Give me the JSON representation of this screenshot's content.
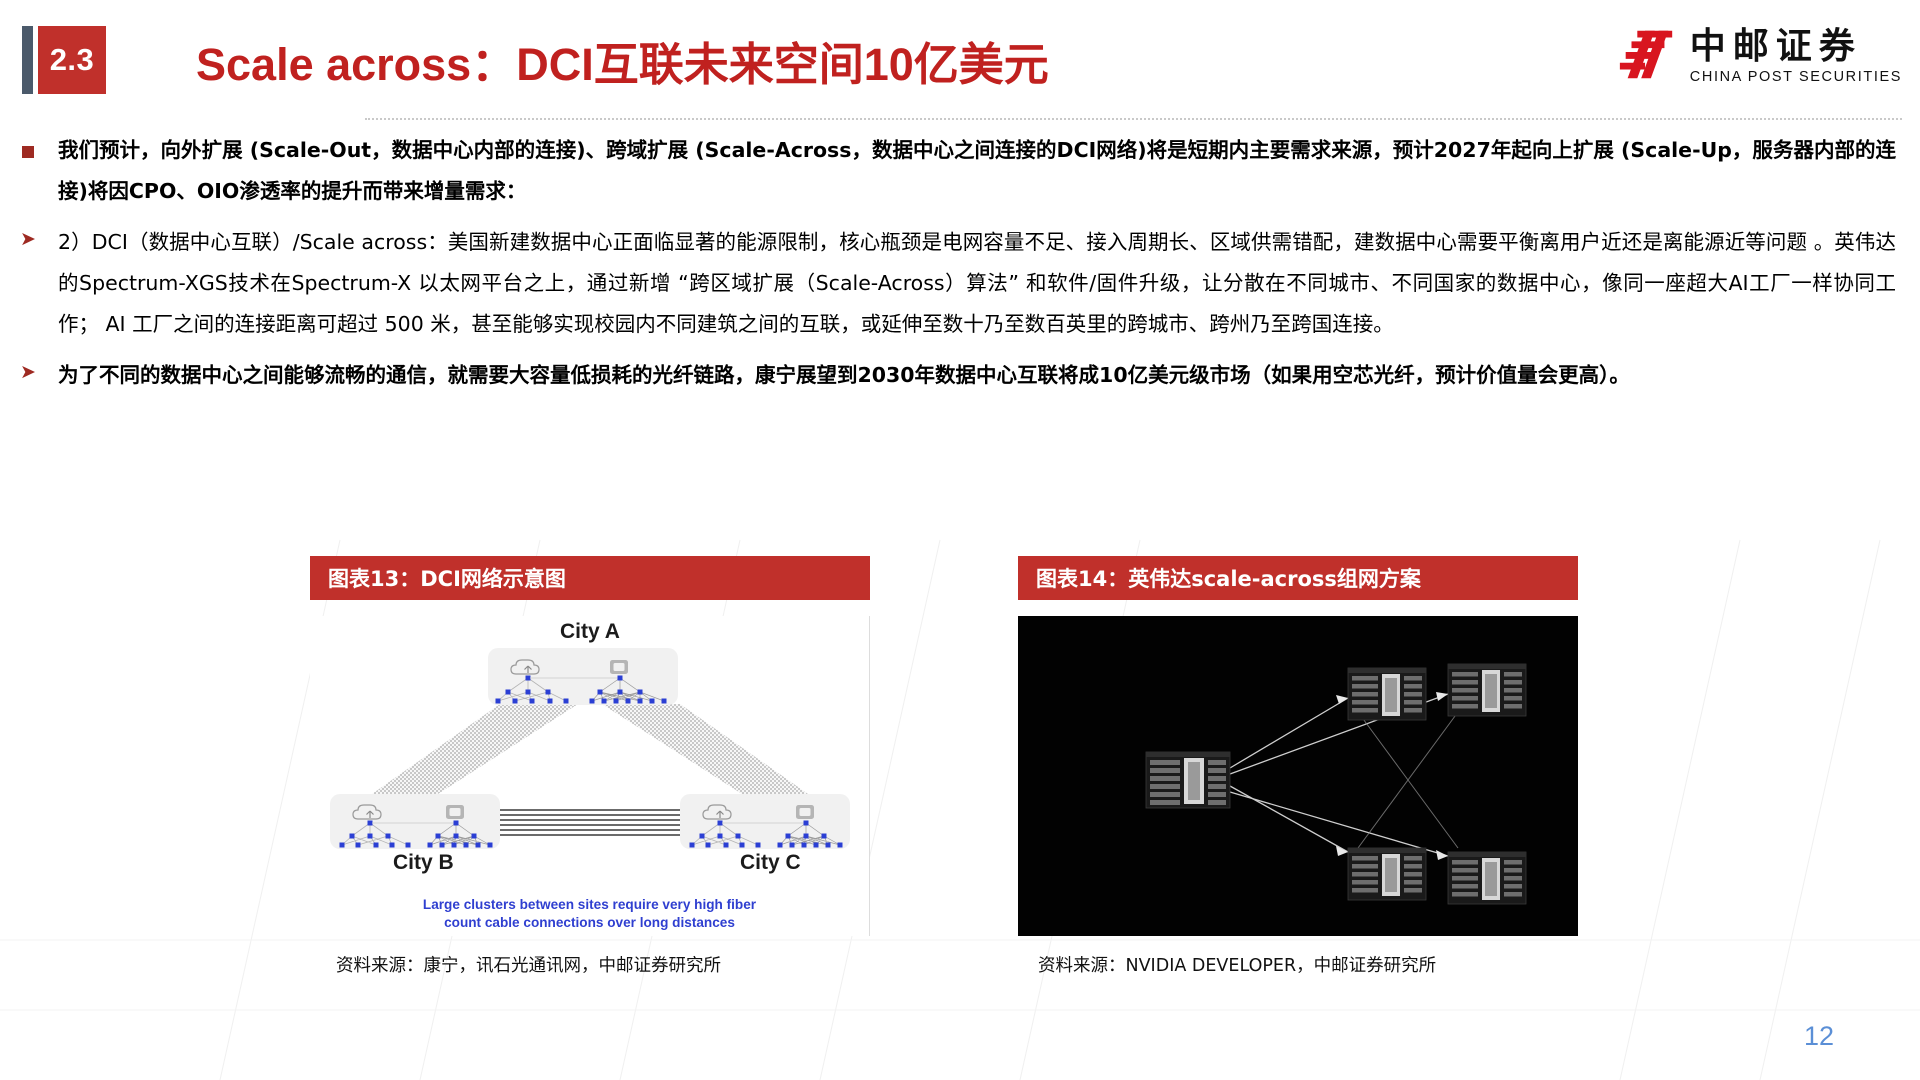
{
  "header": {
    "section_number": "2.3",
    "title": "Scale across：DCI互联未来空间10亿美元",
    "logo_cn": "中邮证券",
    "logo_en": "CHINA POST SECURITIES",
    "accent_red": "#c0211f",
    "badge_red": "#c0302b",
    "badge_bar_color": "#4b5a6b"
  },
  "body": {
    "paragraphs": [
      {
        "bullet": "square",
        "bold": true,
        "text": "我们预计，向外扩展 (Scale-Out，数据中心内部的连接)、跨域扩展 (Scale-Across，数据中心之间连接的DCI网络)将是短期内主要需求来源，预计2027年起向上扩展 (Scale-Up，服务器内部的连接)将因CPO、OIO渗透率的提升而带来增量需求："
      },
      {
        "bullet": "arrow",
        "bold": false,
        "text": "2）DCI（数据中心互联）/Scale across：美国新建数据中心正面临显著的能源限制，核心瓶颈是电网容量不足、接入周期长、区域供需错配，建数据中心需要平衡离用户近还是离能源近等问题 。英伟达的Spectrum-XGS技术在Spectrum-X 以太网平台之上，通过新增 “跨区域扩展（Scale-Across）算法” 和软件/固件升级，让分散在不同城市、不同国家的数据中心，像同一座超大AI工厂一样协同工作； AI 工厂之间的连接距离可超过 500 米，甚至能够实现校园内不同建筑之间的互联，或延伸至数十乃至数百英里的跨城市、跨州乃至跨国连接。"
      },
      {
        "bullet": "arrow",
        "bold": true,
        "text": "为了不同的数据中心之间能够流畅的通信，就需要大容量低损耗的光纤链路，康宁展望到2030年数据中心互联将成10亿美元级市场（如果用空芯光纤，预计价值量会更高）。"
      }
    ]
  },
  "figures": [
    {
      "title": "图表13：DCI网络示意图",
      "source": "资料来源：康宁，讯石光通讯网，中邮证券研究所",
      "diagram": {
        "type": "dci-network",
        "city_a": "City A",
        "city_b": "City B",
        "city_c": "City C",
        "caption_line1": "Large clusters between sites require very high fiber",
        "caption_line2": "count cable connections over long distances",
        "caption_color": "#2f3fd0"
      }
    },
    {
      "title": "图表14：英伟达scale-across组网方案",
      "source": "资料来源：NVIDIA DEVELOPER，中邮证券研究所",
      "diagram": {
        "type": "nvidia-scale-across",
        "background": "#020202",
        "rack_count": 5,
        "link_color": "#e8e8e8"
      }
    }
  ],
  "footer": {
    "page_number": "12",
    "page_number_color": "#5b8fd6"
  }
}
